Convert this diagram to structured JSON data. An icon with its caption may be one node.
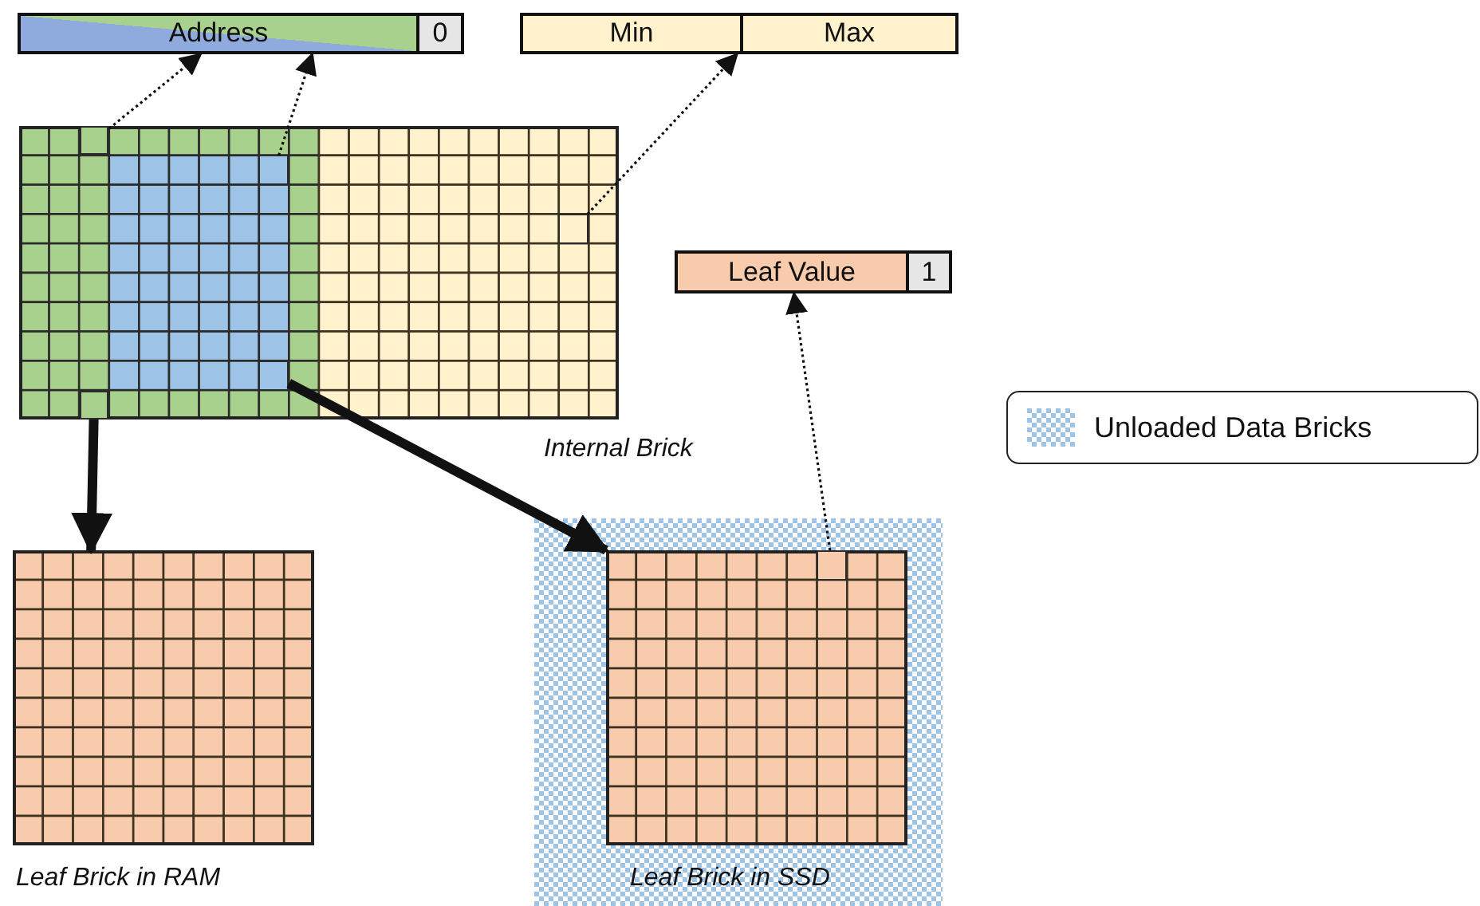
{
  "diagram": {
    "nodes": [
      {
        "text": [
          "Address",
          "0"
        ]
      },
      {
        "text": [
          "Min",
          "Max"
        ]
      },
      {
        "text": [
          "Leaf Value",
          "1"
        ]
      },
      {
        "text": [],
        "shape": "box",
        "beside": [
          "Internal Brick"
        ]
      },
      {
        "text": [],
        "shape": "box",
        "in": 3
      },
      {
        "text": [],
        "shape": "box",
        "in": 3
      },
      {
        "text": [],
        "shape": "box",
        "in": 3
      },
      {
        "text": [],
        "shape": "box",
        "in": 3
      },
      {
        "text": [],
        "shape": "box",
        "in": 3
      },
      {
        "text": [],
        "shape": "box",
        "beside": [
          "Leaf Brick in RAM"
        ]
      },
      {
        "text": [
          "Leaf Brick in SSD"
        ]
      },
      {
        "text": [],
        "shape": "box",
        "in": 10
      },
      {
        "text": [],
        "shape": "box",
        "in": 11
      }
    ],
    "edges": [
      {
        "from": 4,
        "to": 0,
        "arrow": "to",
        "style": "dashed"
      },
      {
        "from": 5,
        "to": 0,
        "arrow": "to",
        "style": "dashed"
      },
      {
        "from": 6,
        "to": 1,
        "arrow": "to",
        "style": "dashed"
      },
      {
        "from": 12,
        "to": 2,
        "arrow": "to",
        "style": "dashed"
      },
      {
        "from": 7,
        "to": 9,
        "arrow": "to",
        "style": "thick"
      },
      {
        "from": 8,
        "to": 11,
        "arrow": "to",
        "style": "thick"
      }
    ],
    "legend": [
      {
        "text": "Unloaded Data Bricks"
      }
    ]
  }
}
